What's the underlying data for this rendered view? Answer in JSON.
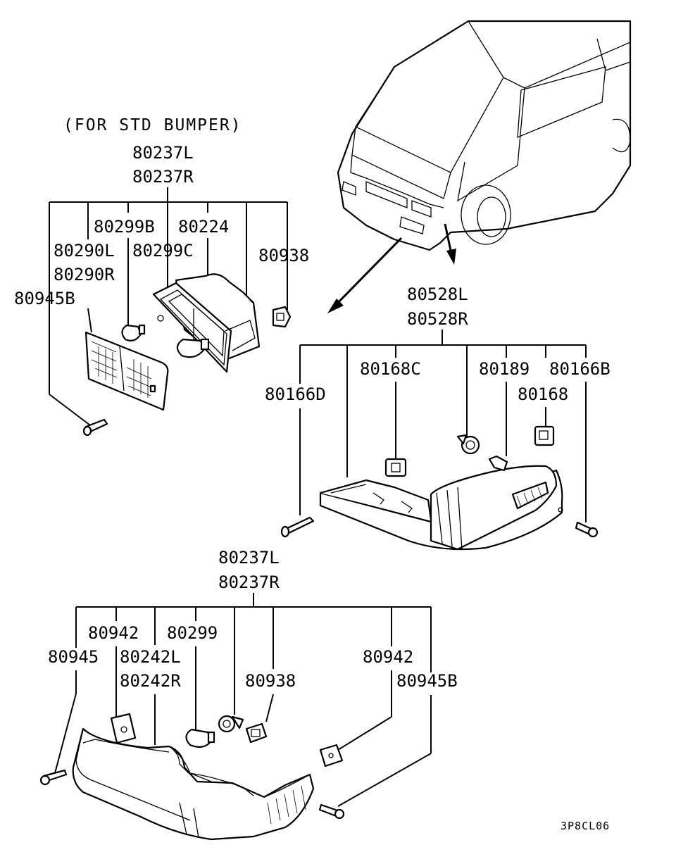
{
  "title": "(FOR STD BUMPER)",
  "figure_code": "3P8CL06",
  "std_bumper_group": {
    "header": [
      "80237L",
      "80237R"
    ],
    "parts": [
      "80299B",
      "80224",
      "80290L",
      "80299C",
      "80290R",
      "80938",
      "80945B"
    ]
  },
  "corner_group": {
    "header": [
      "80528L",
      "80528R"
    ],
    "parts": [
      "80168C",
      "80189",
      "80166B",
      "80166D",
      "80168"
    ]
  },
  "bumper_group": {
    "header": [
      "80237L",
      "80237R"
    ],
    "parts": [
      "80942",
      "80299",
      "80945",
      "80242L",
      "80242R",
      "80938",
      "80942",
      "80945B"
    ]
  },
  "colors": {
    "ink": "#000000",
    "paper": "#ffffff"
  }
}
